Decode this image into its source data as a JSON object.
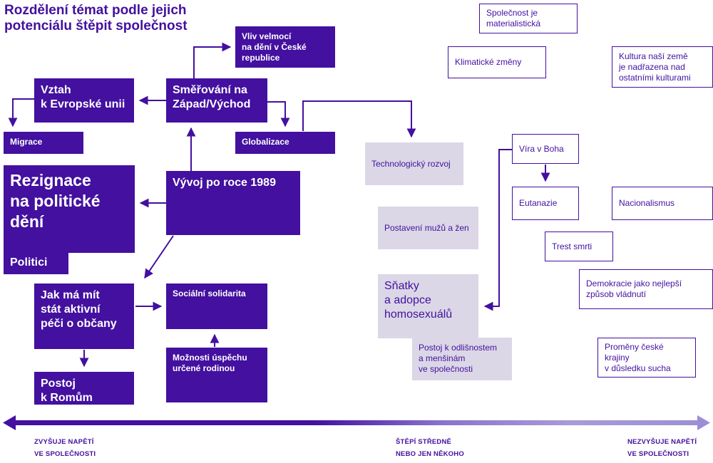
{
  "title": "Rozdělení témat podle jejich\npotenciálu štěpit společnost",
  "nodes": {
    "vliv": {
      "label": "Vliv velmocí\nna dění v České\nrepublice"
    },
    "vztah": {
      "label": "Vztah\nk Evropské unii"
    },
    "smerovani": {
      "label": "Směřování na\nZápad/Východ"
    },
    "migrace": {
      "label": "Migrace"
    },
    "globalizace": {
      "label": "Globalizace"
    },
    "rezignace": {
      "label": "Rezignace\nna politické\ndění"
    },
    "politici": {
      "label": "Politici"
    },
    "vyvoj": {
      "label": "Vývoj po roce 1989"
    },
    "jak": {
      "label": "Jak má mít\nstát aktivní\npéči o občany"
    },
    "socialni": {
      "label": "Sociální solidarita"
    },
    "moznosti": {
      "label": "Možnosti úspěchu\nurčené rodinou"
    },
    "postoj_romum": {
      "label": "Postoj\nk Romům"
    },
    "spolecnost": {
      "label": "Společnost je\nmaterialistická"
    },
    "klimaticke": {
      "label": "Klimatické změny"
    },
    "kultura": {
      "label": "Kultura naší země\nje nadřazena nad\nostatními kulturami"
    },
    "vira": {
      "label": "Víra v Boha"
    },
    "eutanazie": {
      "label": "Eutanazie"
    },
    "nacionalismus": {
      "label": "Nacionalismus"
    },
    "trest": {
      "label": "Trest smrti"
    },
    "demokracie": {
      "label": "Demokracie jako nejlepší\nzpůsob vládnutí"
    },
    "promeny": {
      "label": "Proměny české krajiny\nv důsledku sucha"
    },
    "technologicky": {
      "label": "Technologický rozvoj"
    },
    "postaveni": {
      "label": "Postavení mužů a žen"
    },
    "snatky": {
      "label": "Sňatky\na adopce\nhomosexuálů"
    },
    "postoj_odlisnostem": {
      "label": "Postoj k odlišnostem\na menšinám\nve společnosti"
    }
  },
  "axis": {
    "left_label": "ZVYŠUJE NAPĚTÍ\nVE SPOLEČNOSTI",
    "center_label": "ŠTĚPÍ STŘEDNĚ\nNEBO JEN NĚKOHO",
    "right_label": "NEZVYŠUJE NAPĚTÍ\nVE SPOLEČNOSTI"
  },
  "colors": {
    "primary_purple": "#43109F",
    "light_box_bg": "#DBD7E6",
    "axis_gradient_light": "#9C8ED4",
    "white": "#FFFFFF"
  }
}
